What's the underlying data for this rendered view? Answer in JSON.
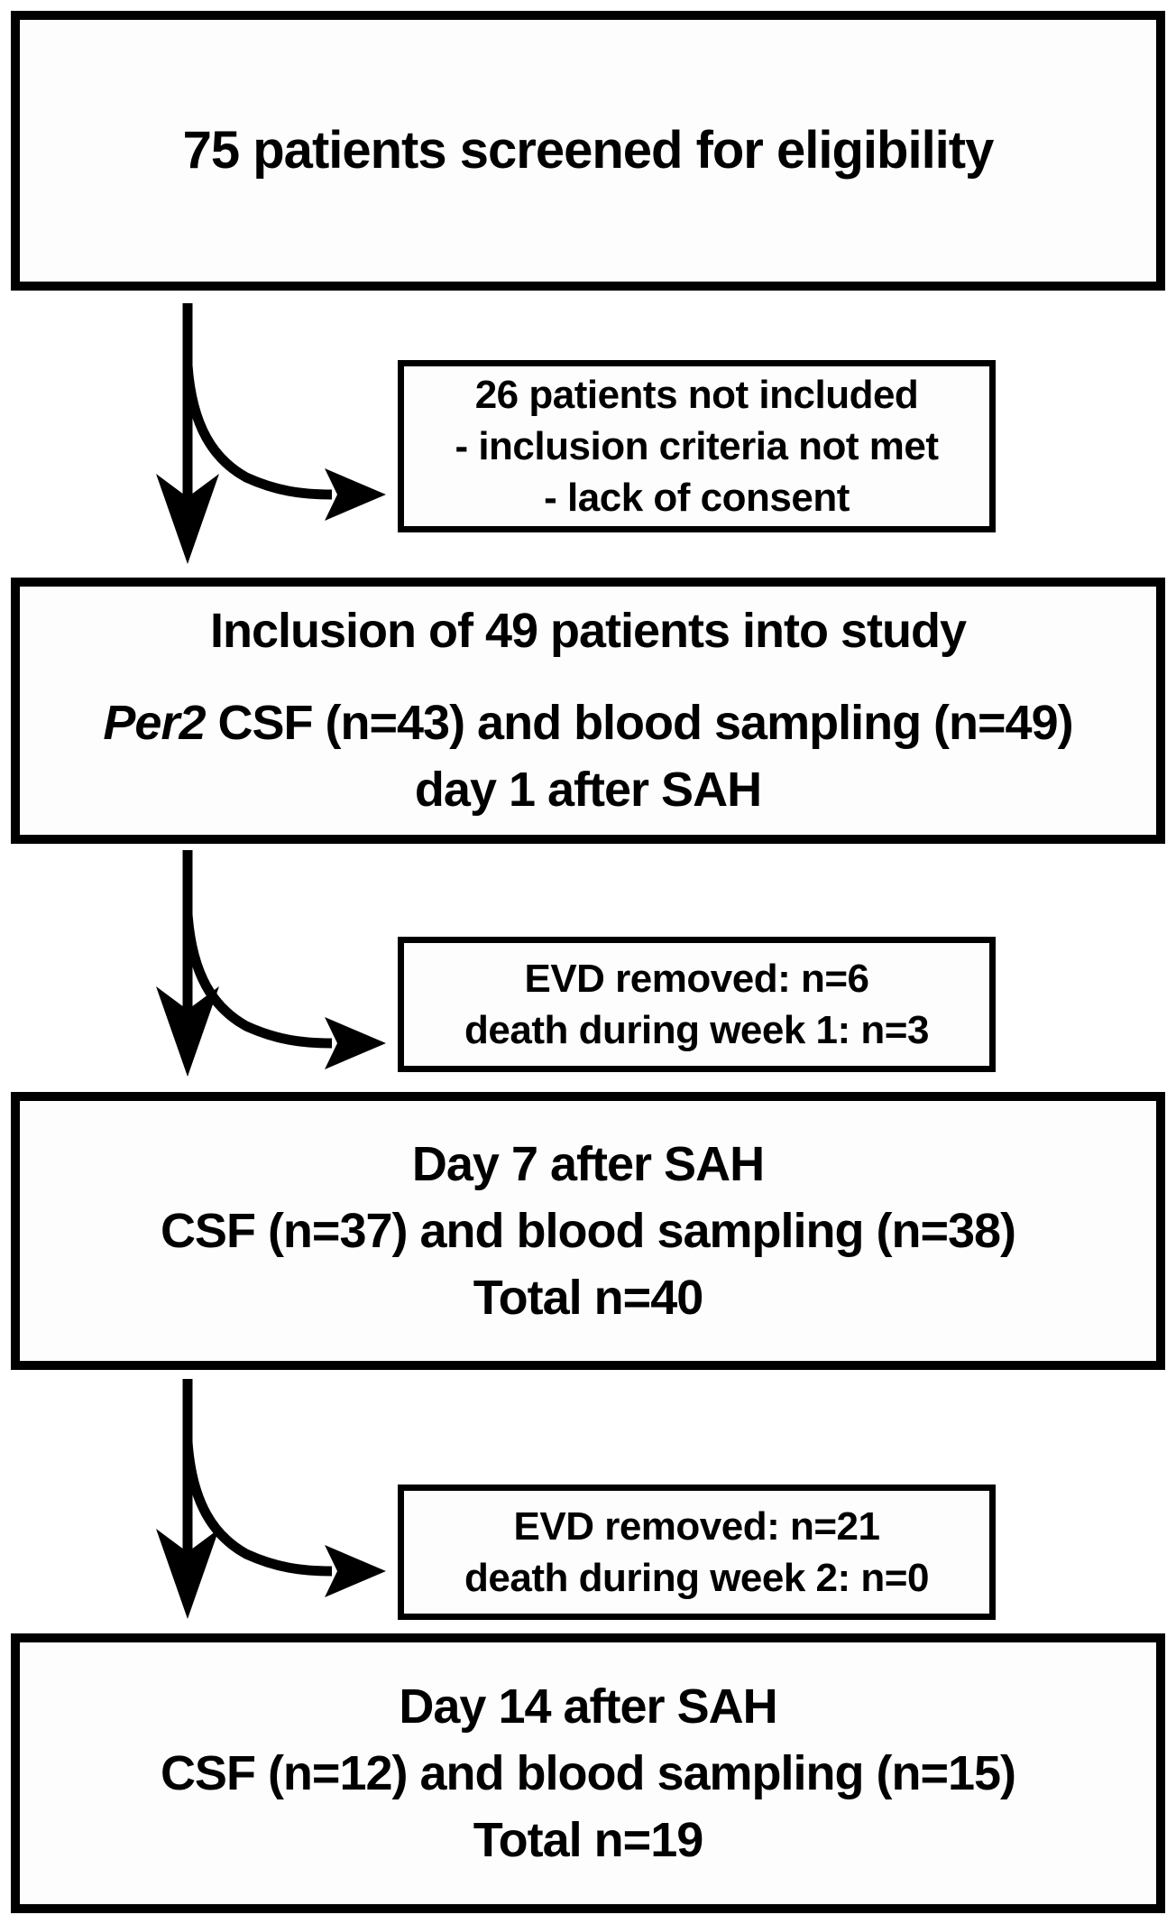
{
  "figure": {
    "colors": {
      "ink": "#000000",
      "box_fill": "#fdfdfd",
      "background": "#ffffff"
    },
    "boxes": {
      "screened": {
        "line1": "75 patients screened for eligibility"
      },
      "not_included": {
        "line1": "26 patients not included",
        "line2": "- inclusion criteria not met",
        "line3": "- lack of consent"
      },
      "inclusion": {
        "line1": "Inclusion of 49 patients into study",
        "line2_italic": "Per2",
        "line2_rest": " CSF (n=43) and blood sampling (n=49)",
        "line3": "day 1 after SAH"
      },
      "week1_dropout": {
        "line1": "EVD removed: n=6",
        "line2": "death during week 1: n=3"
      },
      "day7": {
        "line1": "Day 7 after SAH",
        "line2": "CSF (n=37) and blood sampling (n=38)",
        "line3": "Total n=40"
      },
      "week2_dropout": {
        "line1": "EVD removed: n=21",
        "line2": "death during week 2: n=0"
      },
      "day14": {
        "line1": "Day 14 after SAH",
        "line2": "CSF (n=12) and blood sampling (n=15)",
        "line3": "Total n=19"
      }
    }
  }
}
